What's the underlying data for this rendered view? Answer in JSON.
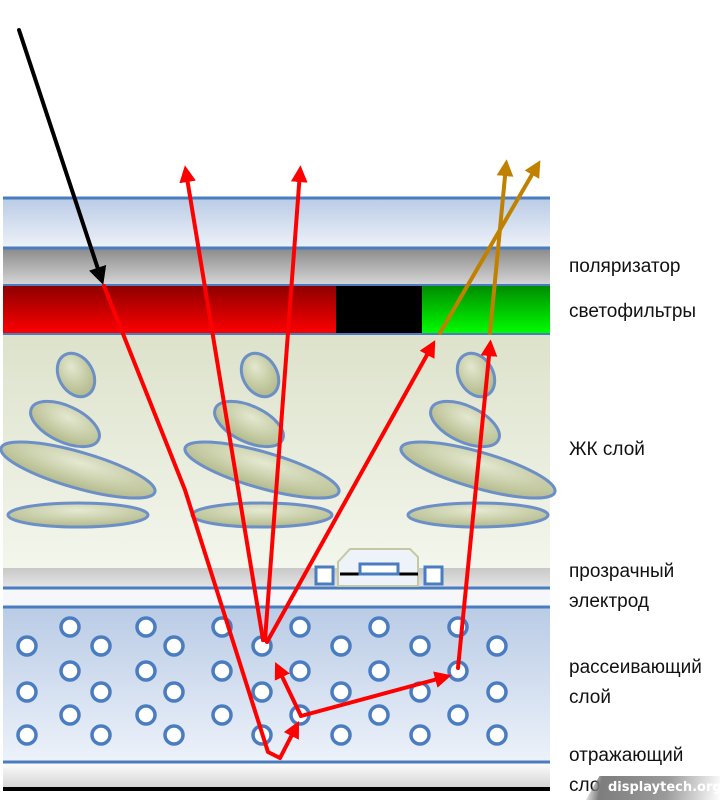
{
  "title": "Reflective LCD layer structure",
  "labels": {
    "polarizer": "поляризатор",
    "color_filters": "светофильтры",
    "lc_layer": "ЖК слой",
    "transparent_electrode_1": "прозрачный",
    "transparent_electrode_2": "электрод",
    "scattering_layer_1": "рассеивающий",
    "scattering_layer_2": "слой",
    "reflecting_layer_1": "отражающий",
    "reflecting_layer_2": "слой"
  },
  "watermark": "displaytech.org",
  "colors": {
    "layer_border": "#4a7cc0",
    "red_ray": "#ff0000",
    "incident_ray": "#000000",
    "green_ray": "#c08000",
    "filter_red": "#e00000",
    "filter_black": "#000000",
    "filter_green": "#00e000",
    "lc_molecule_fill": "#b8be8a",
    "particle_stroke": "#4a7cc0"
  },
  "filters": [
    "red",
    "black",
    "green"
  ]
}
